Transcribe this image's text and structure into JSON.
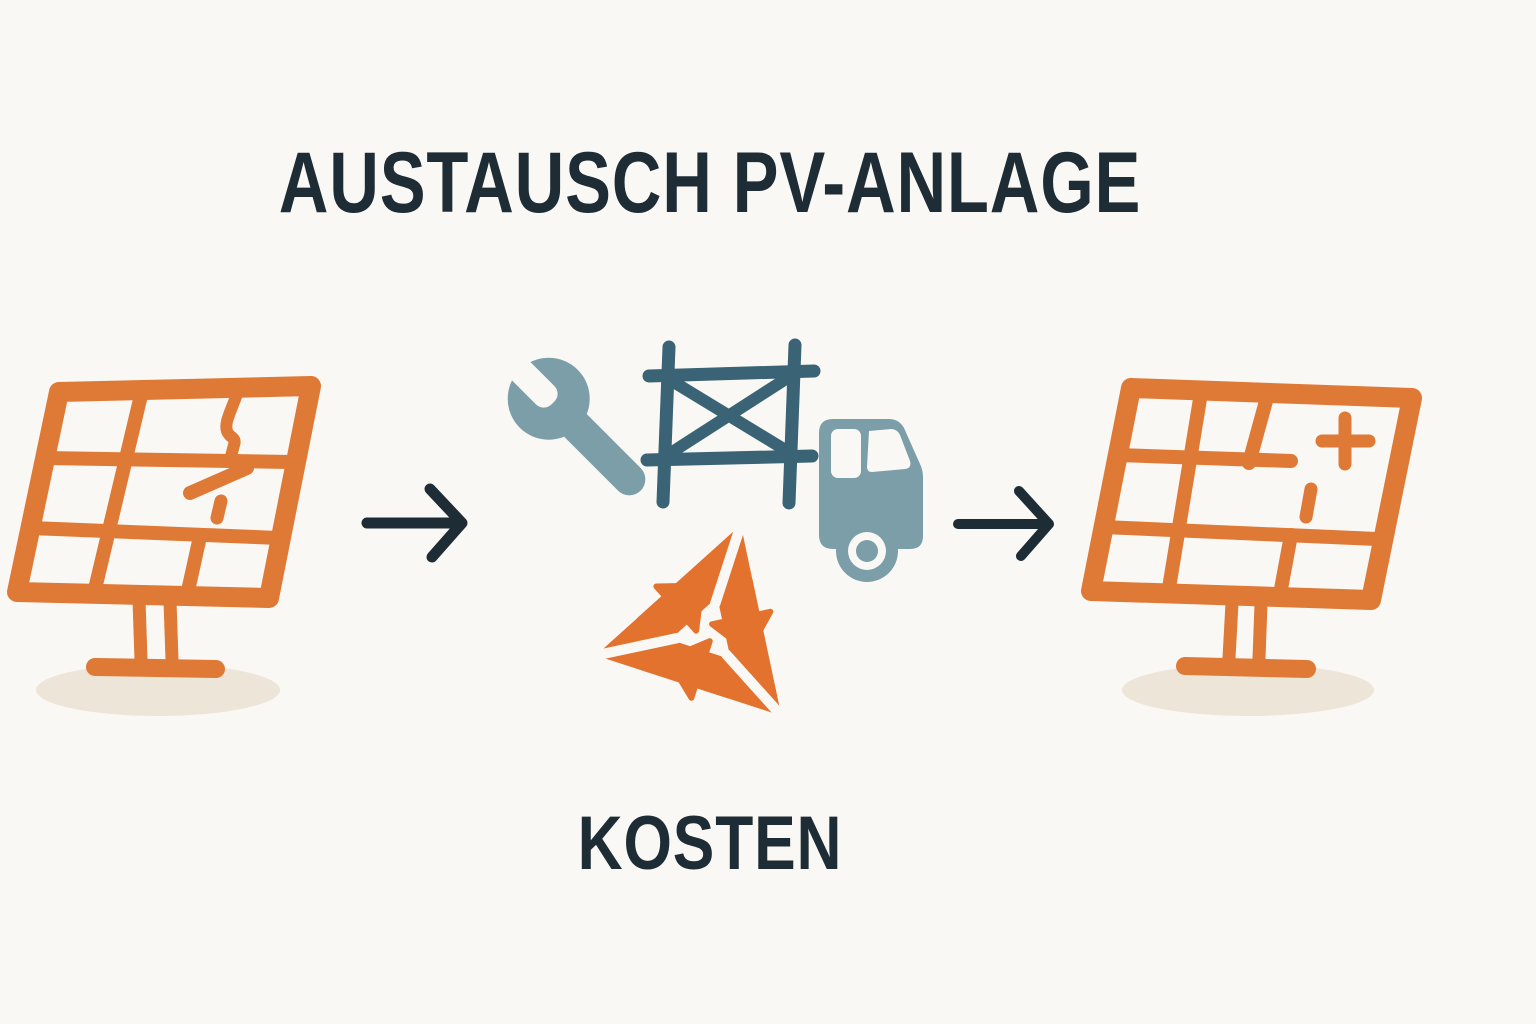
{
  "infographic": {
    "title": "AUSTAUSCH PV-ANLAGE",
    "caption": "KOSTEN"
  },
  "icons": [
    "solar-panel-damaged-icon",
    "arrow-right-icon",
    "wrench-icon",
    "scaffolding-icon",
    "truck-icon",
    "recycling-icon",
    "arrow-right-icon",
    "solar-panel-new-icon",
    "plus-icon",
    "crack-mark"
  ],
  "colors": {
    "background": "#FAF8F4",
    "panel-orange": "#DF7936",
    "recycle-orange": "#E2722D",
    "ink": "#1D2C35",
    "slate": "#7C9EA9",
    "teal": "#3A6375",
    "shadow": "#EDE5D8"
  }
}
